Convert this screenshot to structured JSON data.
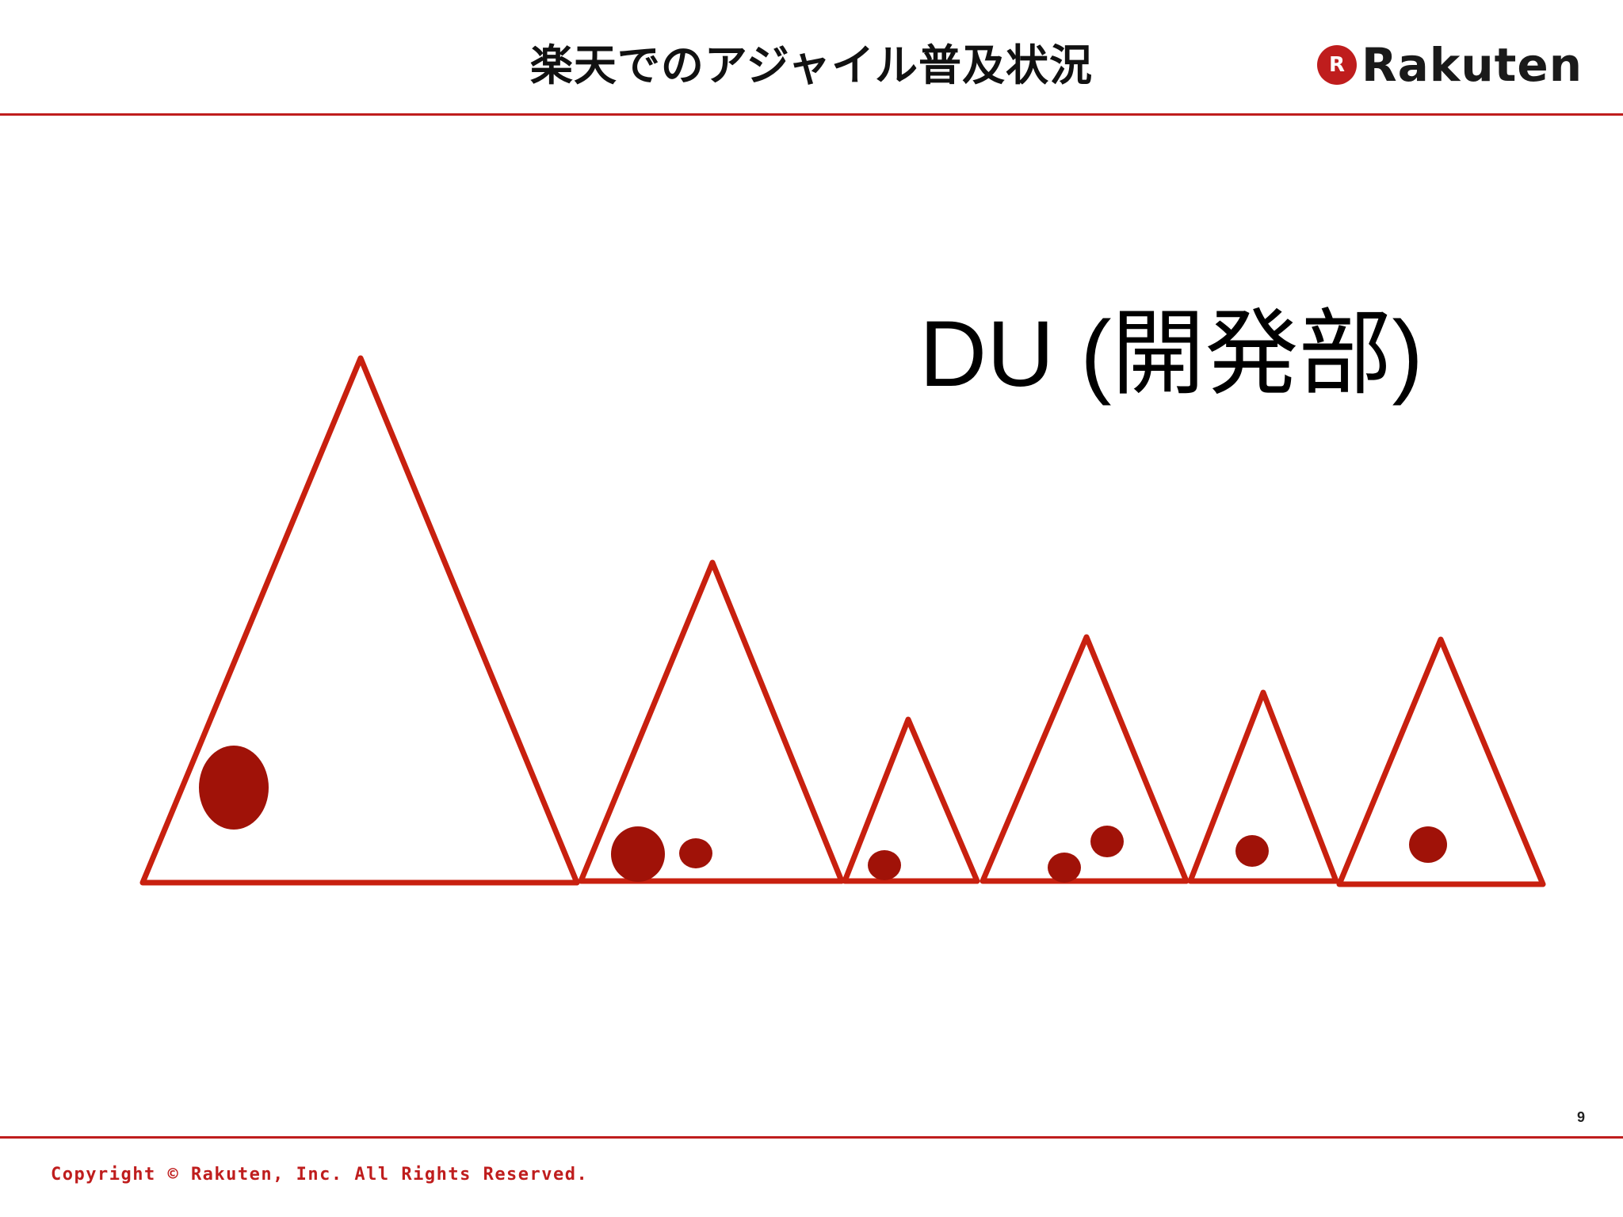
{
  "header": {
    "title": "楽天でのアジャイル普及状況",
    "logo_mark": "R",
    "logo_text": "Rakuten"
  },
  "main": {
    "diagram_label": "DU (開発部)"
  },
  "colors": {
    "accent": "#bf1d1d",
    "outline": "#c8200f",
    "dot": "#a01208"
  },
  "footer": {
    "page_number": "9",
    "copyright": "Copyright © Rakuten, Inc. All Rights Reserved."
  }
}
